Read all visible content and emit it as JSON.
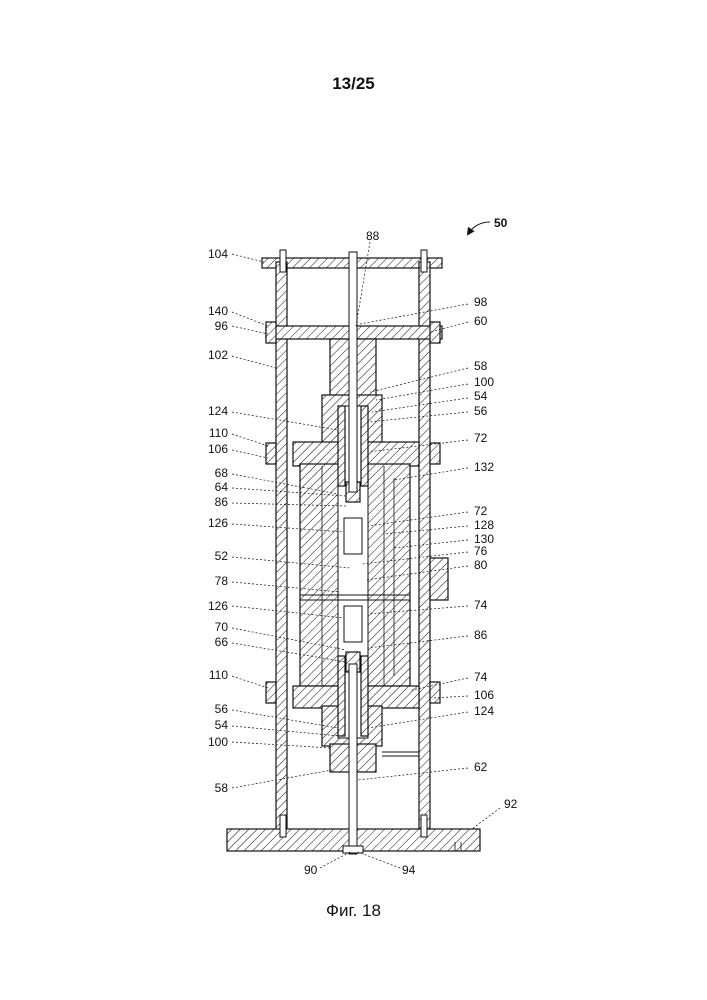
{
  "page": {
    "sheet_number": "13/25",
    "figure_caption": "Фиг. 18"
  },
  "labels": {
    "n50": "50",
    "n88": "88",
    "n104": "104",
    "n98": "98",
    "n140": "140",
    "n96": "96",
    "n60": "60",
    "n102": "102",
    "n58a": "58",
    "n100a": "100",
    "n54a": "54",
    "n56a": "56",
    "n124a": "124",
    "n110a": "110",
    "n72a": "72",
    "n106a": "106",
    "n132": "132",
    "n68": "68",
    "n64": "64",
    "n86a": "86",
    "n72b": "72",
    "n126a": "126",
    "n128": "128",
    "n130": "130",
    "n52": "52",
    "n76": "76",
    "n80": "80",
    "n78": "78",
    "n126b": "126",
    "n74a": "74",
    "n70": "70",
    "n86b": "86",
    "n66": "66",
    "n110b": "110",
    "n74b": "74",
    "n106b": "106",
    "n56b": "56",
    "n124b": "124",
    "n54b": "54",
    "n100b": "100",
    "n58b": "58",
    "n62": "62",
    "n92": "92",
    "n90": "90",
    "n94": "94"
  }
}
